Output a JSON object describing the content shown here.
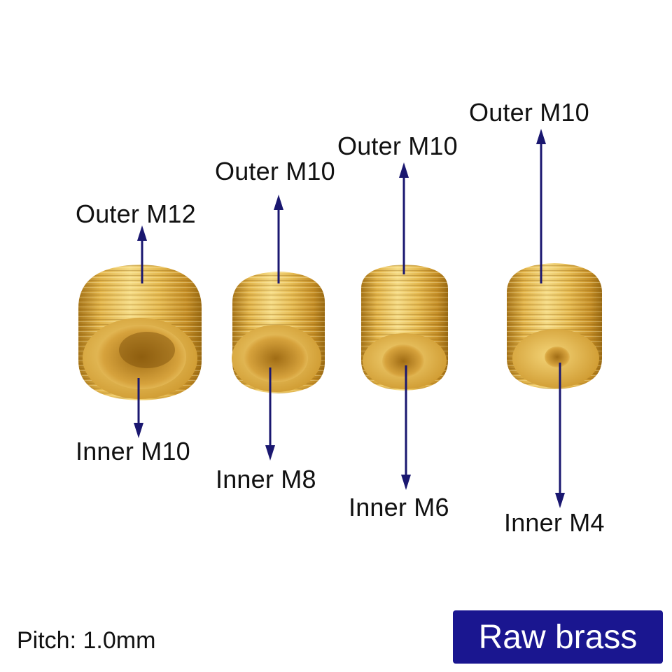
{
  "colors": {
    "arrow": "#1a1770",
    "brass_light": "#f3d878",
    "brass_mid": "#d9a93a",
    "brass_dark": "#9c6d12",
    "badge_bg": "#1a1690"
  },
  "fittings": [
    {
      "outer_label": "Outer M12",
      "inner_label": "Inner M10"
    },
    {
      "outer_label": "Outer M10",
      "inner_label": "Inner M8"
    },
    {
      "outer_label": "Outer M10",
      "inner_label": "Inner M6"
    },
    {
      "outer_label": "Outer M10",
      "inner_label": "Inner M4"
    }
  ],
  "footer": {
    "pitch": "Pitch: 1.0mm",
    "material": "Raw brass"
  }
}
